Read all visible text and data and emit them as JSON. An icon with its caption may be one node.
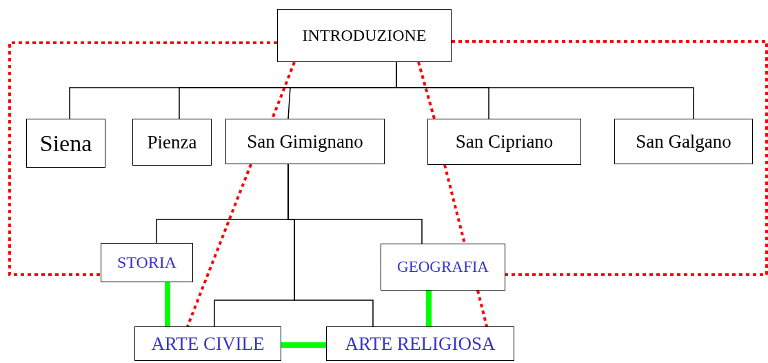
{
  "diagram": {
    "nodes": [
      {
        "text": [
          "INTRODUZIONE"
        ]
      },
      {
        "text": [
          "Siena"
        ]
      },
      {
        "text": [
          "Pienza"
        ]
      },
      {
        "text": [
          "San Gimignano"
        ]
      },
      {
        "text": [
          "San Cipriano"
        ]
      },
      {
        "text": [
          "San Galgano"
        ]
      },
      {
        "text": [
          "STORIA"
        ]
      },
      {
        "text": [
          "GEOGRAFIA"
        ]
      },
      {
        "text": [
          "ARTE CIVILE"
        ]
      },
      {
        "text": [
          "ARTE RELIGIOSA"
        ]
      }
    ],
    "edges": [
      {
        "from": 0,
        "to": 1,
        "arrow": "none"
      },
      {
        "from": 0,
        "to": 2,
        "arrow": "none"
      },
      {
        "from": 0,
        "to": 3,
        "arrow": "none"
      },
      {
        "from": 0,
        "to": 4,
        "arrow": "none"
      },
      {
        "from": 0,
        "to": 5,
        "arrow": "none"
      },
      {
        "from": 3,
        "to": 6,
        "arrow": "none"
      },
      {
        "from": 3,
        "to": 7,
        "arrow": "none"
      },
      {
        "from": 3,
        "to": 8,
        "arrow": "none"
      },
      {
        "from": 3,
        "to": 9,
        "arrow": "none"
      },
      {
        "from": 0,
        "to": 3,
        "arrow": "none",
        "style": "dashed",
        "color": "#ff0000"
      },
      {
        "from": 0,
        "to": 4,
        "arrow": "none",
        "style": "dashed",
        "color": "#ff0000"
      },
      {
        "from": 0,
        "to": 6,
        "arrow": "none",
        "style": "dashed",
        "color": "#ff0000"
      },
      {
        "from": 0,
        "to": 7,
        "arrow": "none",
        "style": "dashed",
        "color": "#ff0000"
      },
      {
        "from": 3,
        "to": 8,
        "arrow": "none",
        "style": "dashed",
        "color": "#ff0000"
      },
      {
        "from": 4,
        "to": 7,
        "arrow": "none",
        "style": "dashed",
        "color": "#ff0000"
      },
      {
        "from": 7,
        "to": 9,
        "arrow": "none",
        "style": "dashed",
        "color": "#ff0000"
      },
      {
        "from": 6,
        "to": 8,
        "arrow": "none",
        "style": "thick",
        "color": "#00ff00"
      },
      {
        "from": 7,
        "to": 9,
        "arrow": "none",
        "style": "thick",
        "color": "#00ff00"
      },
      {
        "from": 8,
        "to": 9,
        "arrow": "none",
        "style": "thick",
        "color": "#00ff00"
      }
    ]
  }
}
